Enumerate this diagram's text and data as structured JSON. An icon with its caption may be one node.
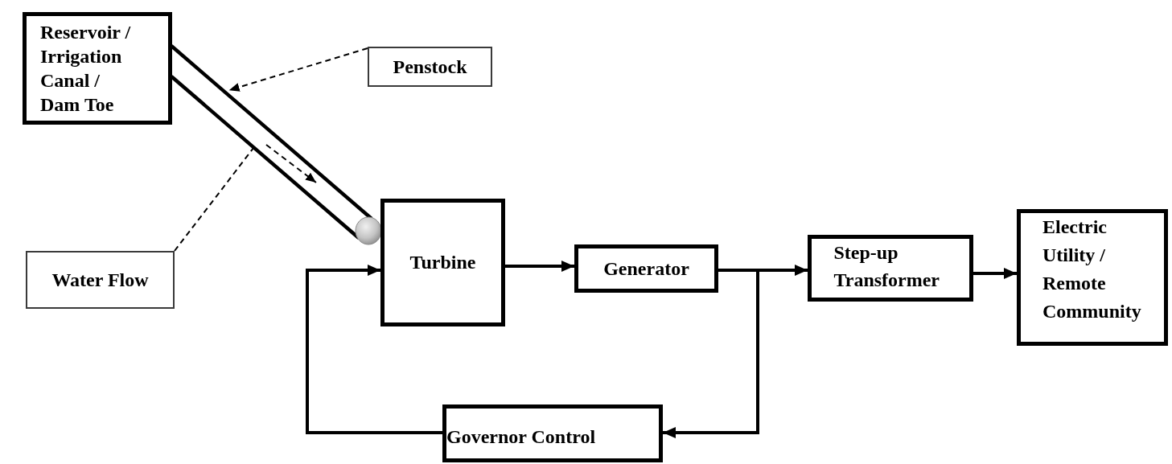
{
  "diagram": {
    "nodes": [
      {
        "text": [
          "Reservoir / Irrigation Canal / Dam Toe"
        ]
      },
      {
        "text": [],
        "shape": "pipe"
      },
      {
        "text": [
          "Penstock"
        ]
      },
      {
        "text": [
          "Water Flow"
        ]
      },
      {
        "text": [
          "Turbine"
        ]
      },
      {
        "text": [
          "Generator"
        ]
      },
      {
        "text": [
          "Step-up Transformer"
        ]
      },
      {
        "text": [
          "Electric Utility / Remote Community"
        ]
      },
      {
        "text": [
          "Governor Control"
        ]
      }
    ],
    "edges": [
      {
        "from": 2,
        "to": 1,
        "arrow": "to",
        "style": "dashed"
      },
      {
        "from": 3,
        "to": 1,
        "arrow": "none",
        "style": "dashed"
      },
      {
        "from": 4,
        "to": 5,
        "arrow": "to"
      },
      {
        "from": 5,
        "to": 6,
        "arrow": "to"
      },
      {
        "from": 5,
        "to": 8,
        "arrow": "to"
      },
      {
        "from": 6,
        "to": 7,
        "arrow": "to"
      },
      {
        "from": 8,
        "to": 4,
        "arrow": "to"
      }
    ]
  }
}
